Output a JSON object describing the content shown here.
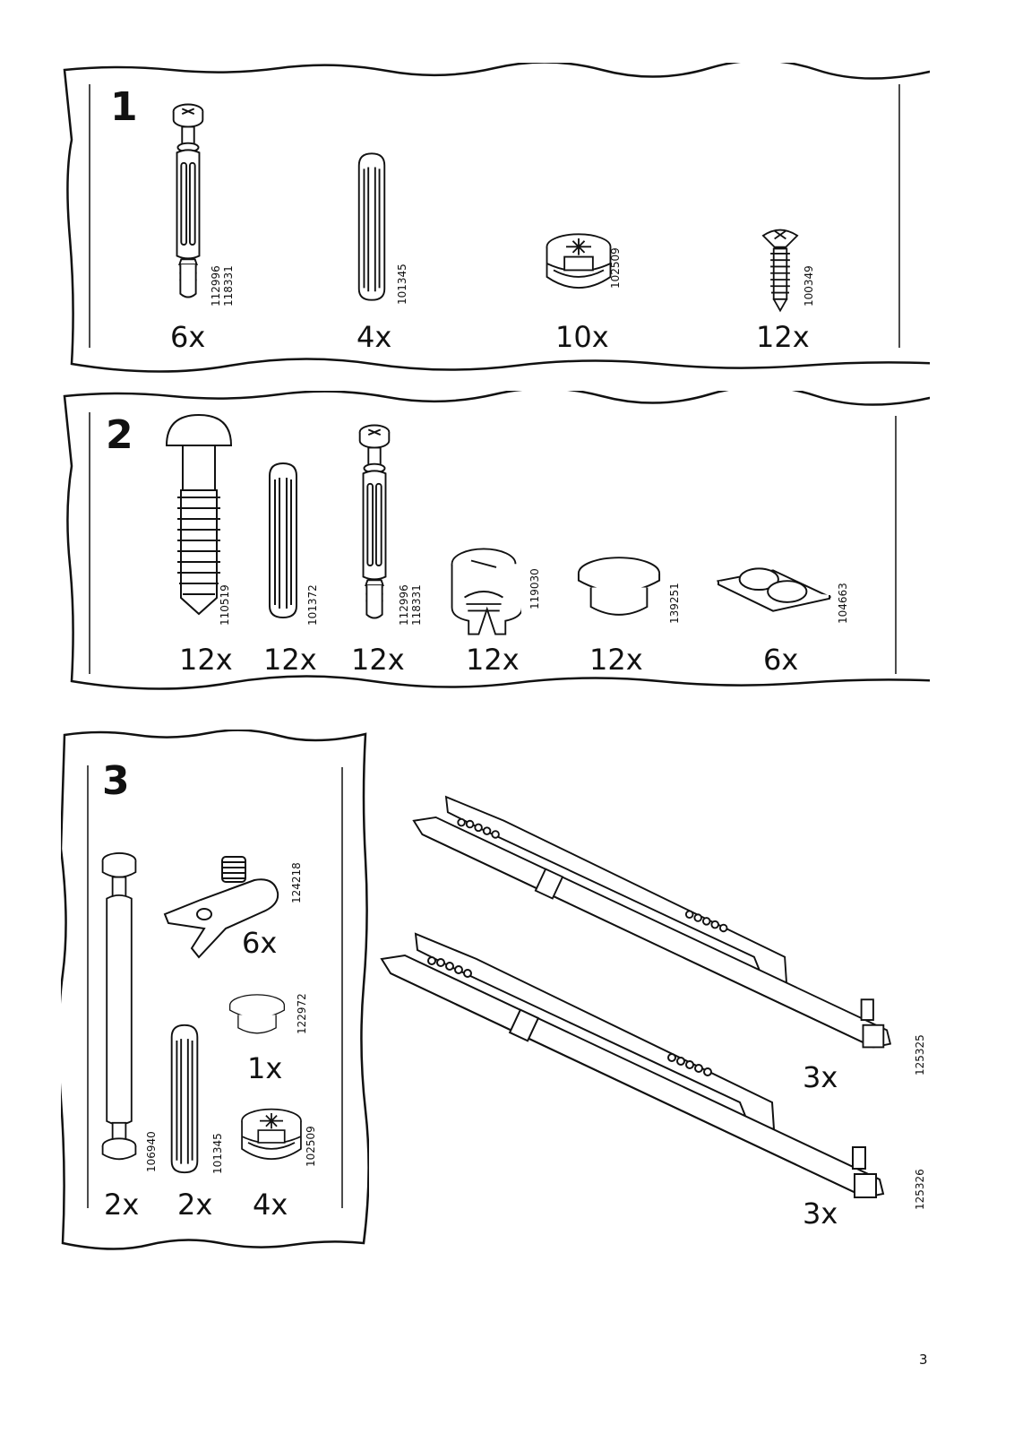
{
  "page_number": "3",
  "sections": [
    {
      "number": "1",
      "parts": [
        {
          "icon": "cam-bolt-icon",
          "codes": [
            "112996",
            "118331"
          ],
          "quantity": "6x"
        },
        {
          "icon": "wooden-dowel-icon",
          "codes": [
            "101345"
          ],
          "quantity": "4x"
        },
        {
          "icon": "cam-lock-icon",
          "codes": [
            "102509"
          ],
          "quantity": "10x"
        },
        {
          "icon": "screw-icon",
          "codes": [
            "100349"
          ],
          "quantity": "12x"
        }
      ]
    },
    {
      "number": "2",
      "parts": [
        {
          "icon": "shelf-support-pin-icon",
          "codes": [
            "110519"
          ],
          "quantity": "12x"
        },
        {
          "icon": "wooden-dowel-icon",
          "codes": [
            "101372"
          ],
          "quantity": "12x"
        },
        {
          "icon": "cam-bolt-icon",
          "codes": [
            "112996",
            "118331"
          ],
          "quantity": "12x"
        },
        {
          "icon": "cam-lock-housing-icon",
          "codes": [
            "119030"
          ],
          "quantity": "12x"
        },
        {
          "icon": "cover-cap-icon",
          "codes": [
            "139251"
          ],
          "quantity": "12x"
        },
        {
          "icon": "felt-pads-icon",
          "codes": [
            "104663"
          ],
          "quantity": "6x"
        }
      ]
    },
    {
      "number": "3",
      "parts": [
        {
          "icon": "long-pin-icon",
          "codes": [
            "106940"
          ],
          "quantity": "2x"
        },
        {
          "icon": "bracket-connector-icon",
          "codes": [
            "124218"
          ],
          "quantity": "6x"
        },
        {
          "icon": "cover-cap-icon",
          "codes": [
            "122972"
          ],
          "quantity": "1x"
        },
        {
          "icon": "wooden-dowel-icon",
          "codes": [
            "101345"
          ],
          "quantity": "2x"
        },
        {
          "icon": "cam-lock-icon",
          "codes": [
            "102509"
          ],
          "quantity": "4x"
        }
      ]
    }
  ],
  "rails": [
    {
      "icon": "drawer-runner-icon",
      "codes": [
        "125325"
      ],
      "quantity": "3x"
    },
    {
      "icon": "drawer-runner-icon",
      "codes": [
        "125326"
      ],
      "quantity": "3x"
    }
  ]
}
